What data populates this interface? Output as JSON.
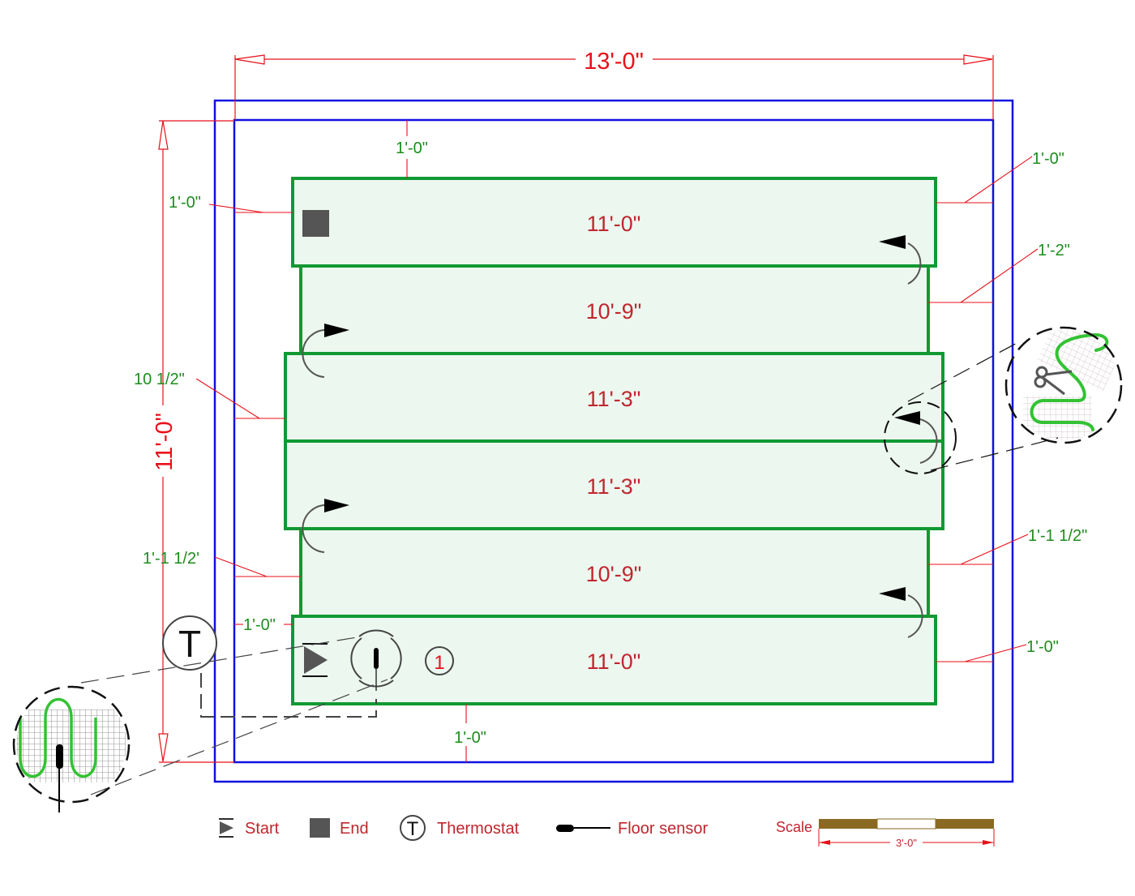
{
  "drawing": {
    "overall_width": "13'-0\"",
    "overall_height": "11'-0\"",
    "colors": {
      "wall": "#1010e0",
      "dimension": "#e8101a",
      "offset_text": "#1e8c1e",
      "mat_border": "#119933",
      "mat_fill": "#ecf7ef",
      "length_text": "#c0262e"
    },
    "strips": [
      {
        "length": "11'-0\""
      },
      {
        "length": "10'-9\""
      },
      {
        "length": "11'-3\""
      },
      {
        "length": "11'-3\""
      },
      {
        "length": "10'-9\""
      },
      {
        "length": "11'-0\""
      }
    ],
    "offsets": {
      "top": "1'-0\"",
      "bottom": "1'-0\"",
      "left_strip1": "1'-0\"",
      "left_strip3": "10 1/2\"",
      "left_strip5": "1'-1 1/2'",
      "left_strip6": "1'-0\"",
      "right_strip1": "1'-0\"",
      "right_strip2": "1'-2\"",
      "right_strip5": "1'-1 1/2\"",
      "right_strip6": "1'-0\""
    },
    "zone_number": "1",
    "thermostat_symbol": "T"
  },
  "legend": {
    "items": [
      {
        "icon": "start-icon",
        "label": "Start"
      },
      {
        "icon": "end-icon",
        "label": "End"
      },
      {
        "icon": "thermostat-icon",
        "label": "Thermostat",
        "symbol": "T"
      },
      {
        "icon": "floor-sensor-icon",
        "label": "Floor sensor"
      }
    ]
  },
  "scale": {
    "label": "Scale",
    "length": "3'-0\""
  }
}
